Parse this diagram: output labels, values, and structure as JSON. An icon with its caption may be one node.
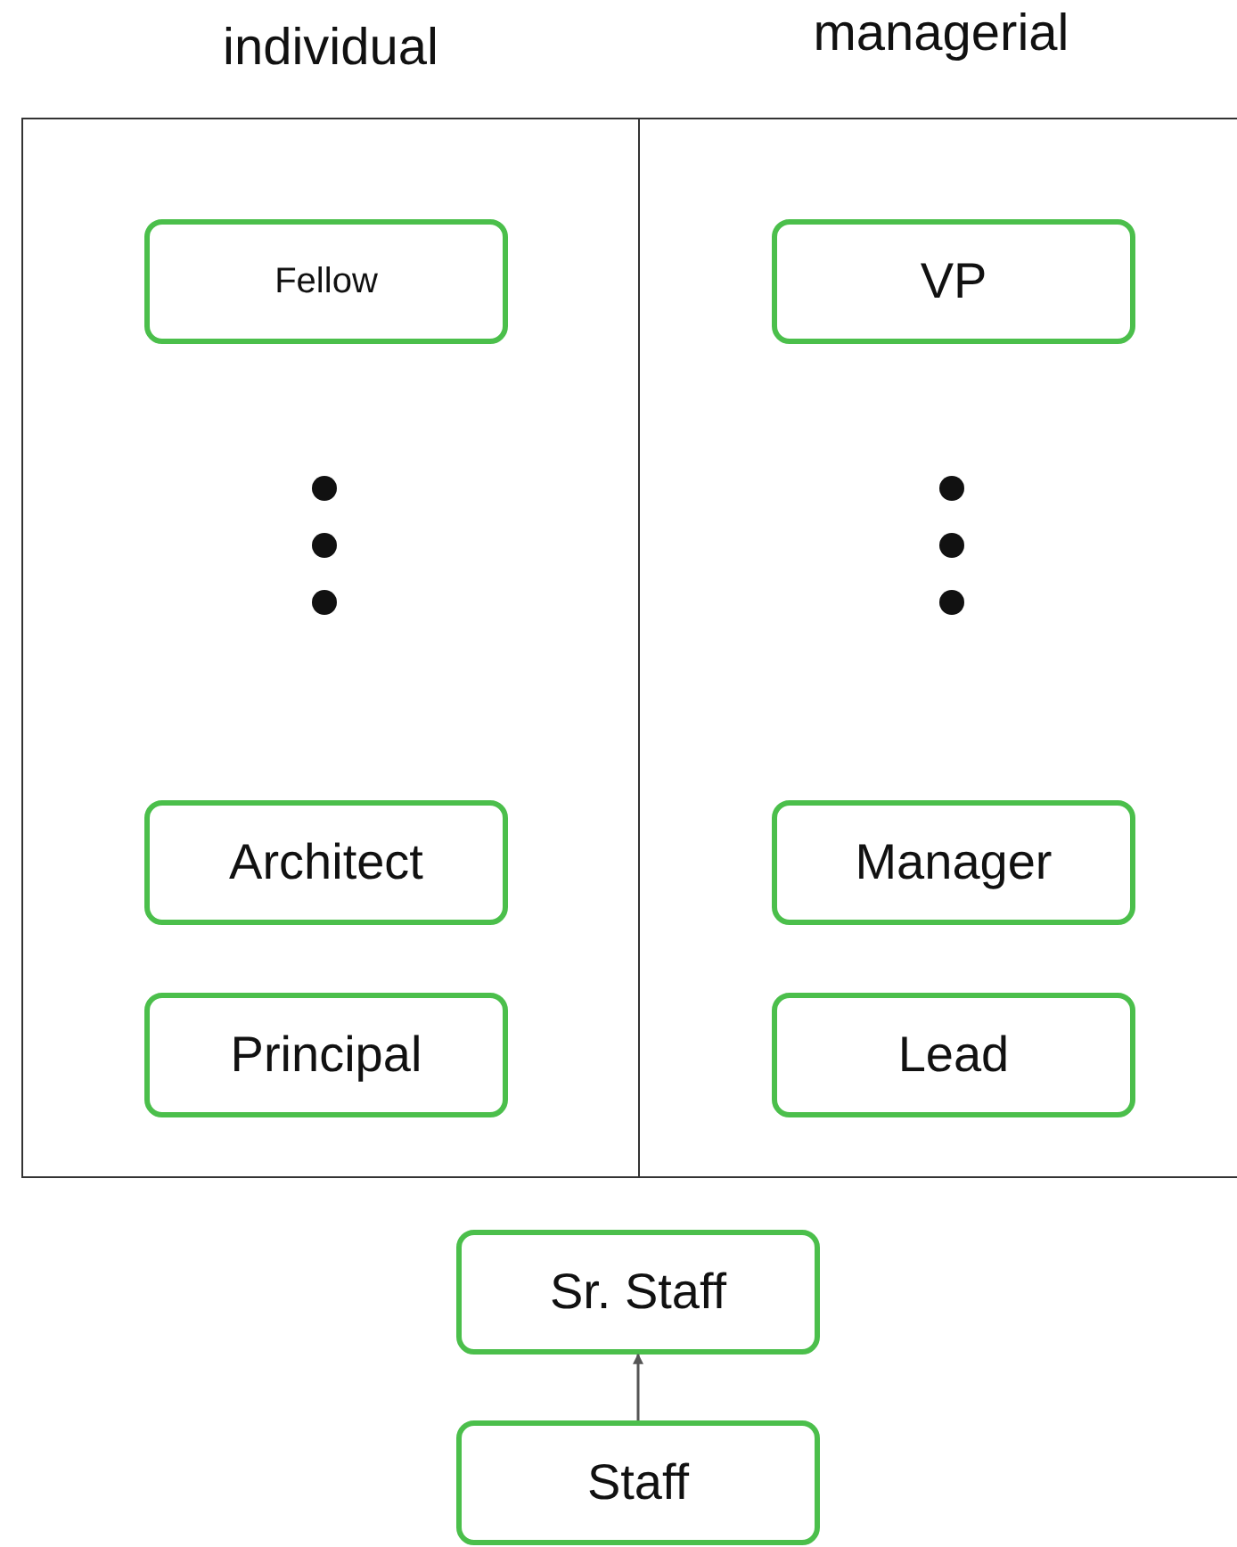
{
  "diagram": {
    "nodes": [
      {
        "text": [
          "individual"
        ]
      },
      {
        "text": [
          "Fellow"
        ],
        "in": 0
      },
      {
        "text": [
          "Architect"
        ],
        "in": 0
      },
      {
        "text": [
          "Principal"
        ],
        "in": 0
      },
      {
        "text": [
          "managerial"
        ]
      },
      {
        "text": [
          "VP"
        ],
        "in": 4
      },
      {
        "text": [
          "Manager"
        ],
        "in": 4
      },
      {
        "text": [
          "Lead"
        ],
        "in": 4
      },
      {
        "text": [
          "Sr. Staff"
        ]
      },
      {
        "text": [
          "Staff"
        ]
      }
    ],
    "edges": [
      {
        "from": 9,
        "to": 8,
        "arrow": "to"
      }
    ]
  }
}
